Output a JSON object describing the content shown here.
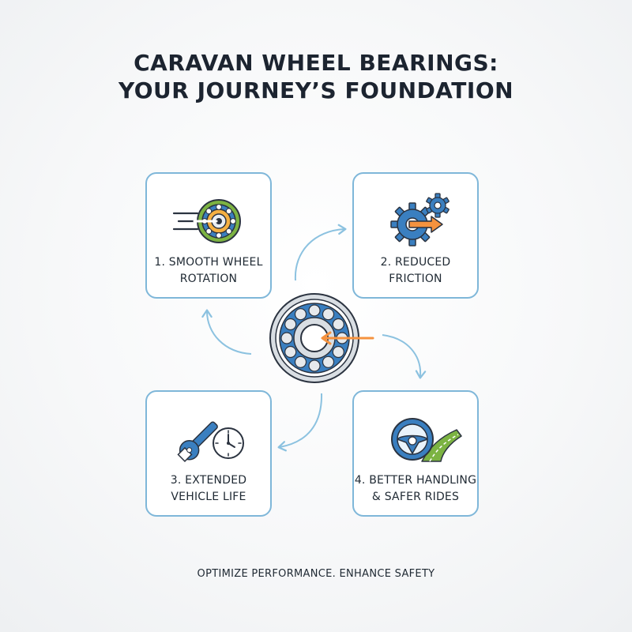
{
  "title": {
    "line1": "CARAVAN WHEEL BEARINGS:",
    "line2": "YOUR JOURNEY’S FOUNDATION"
  },
  "steps": [
    {
      "line1": "1. SMOOTH WHEEL",
      "line2": "ROTATION",
      "icon": "spinning-wheel-icon"
    },
    {
      "line1": "2. REDUCED",
      "line2": "FRICTION",
      "icon": "gears-icon"
    },
    {
      "line1": "3. EXTENDED",
      "line2": "VEHICLE LIFE",
      "icon": "wrench-clock-icon"
    },
    {
      "line1": "4. BETTER HANDLING",
      "line2": "& SAFER RIDES",
      "icon": "steering-road-icon"
    }
  ],
  "center_icon": "ball-bearing-icon",
  "footer": "OPTIMIZE PERFORMANCE. ENHANCE SAFETY",
  "colors": {
    "card_border": "#7fb7d9",
    "arrow": "#8cc2e0",
    "accent_blue": "#3a7fc0",
    "accent_orange": "#f5923e",
    "accent_green": "#7cb342",
    "text": "#1f2933"
  }
}
